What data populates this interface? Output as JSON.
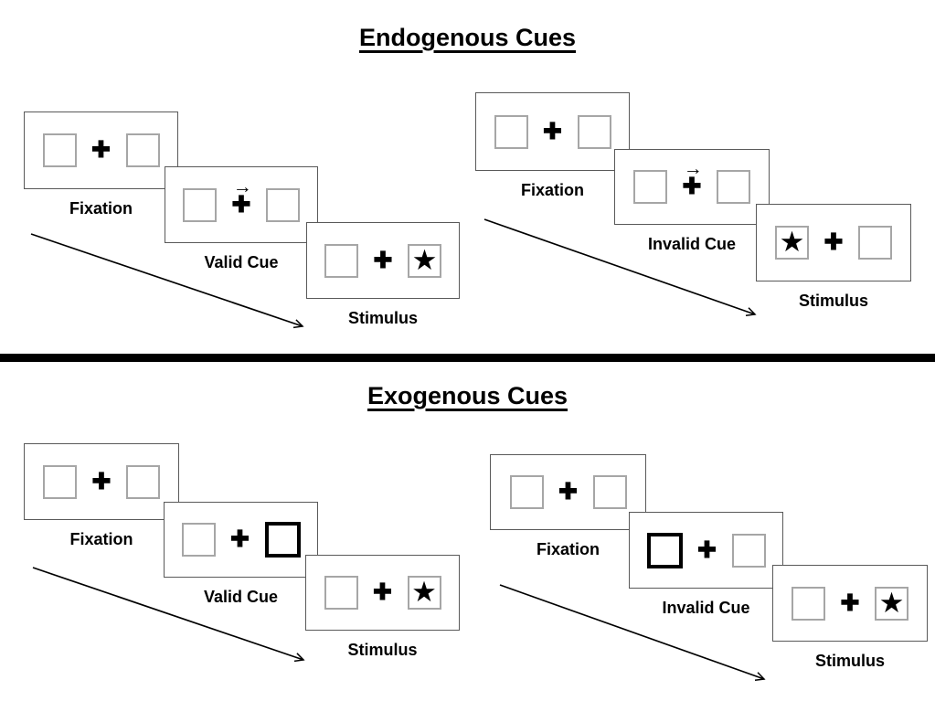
{
  "sections": [
    {
      "title": "Endogenous Cues",
      "sequences": [
        {
          "name": "valid-cue-trial",
          "panels": [
            {
              "label": "Fixation"
            },
            {
              "label": "Valid Cue"
            },
            {
              "label": "Stimulus"
            }
          ]
        },
        {
          "name": "invalid-cue-trial",
          "panels": [
            {
              "label": "Fixation"
            },
            {
              "label": "Invalid Cue"
            },
            {
              "label": "Stimulus"
            }
          ]
        }
      ]
    },
    {
      "title": "Exogenous Cues",
      "sequences": [
        {
          "name": "valid-cue-trial",
          "panels": [
            {
              "label": "Fixation"
            },
            {
              "label": "Valid Cue"
            },
            {
              "label": "Stimulus"
            }
          ]
        },
        {
          "name": "invalid-cue-trial",
          "panels": [
            {
              "label": "Fixation"
            },
            {
              "label": "Invalid Cue"
            },
            {
              "label": "Stimulus"
            }
          ]
        }
      ]
    }
  ],
  "glyphs": {
    "fixation_cross": "✚",
    "star": "★",
    "cue_arrow_right": "→"
  },
  "colors": {
    "ink": "#000000",
    "panel_border": "#595959",
    "box_border": "#a6a6a6"
  }
}
